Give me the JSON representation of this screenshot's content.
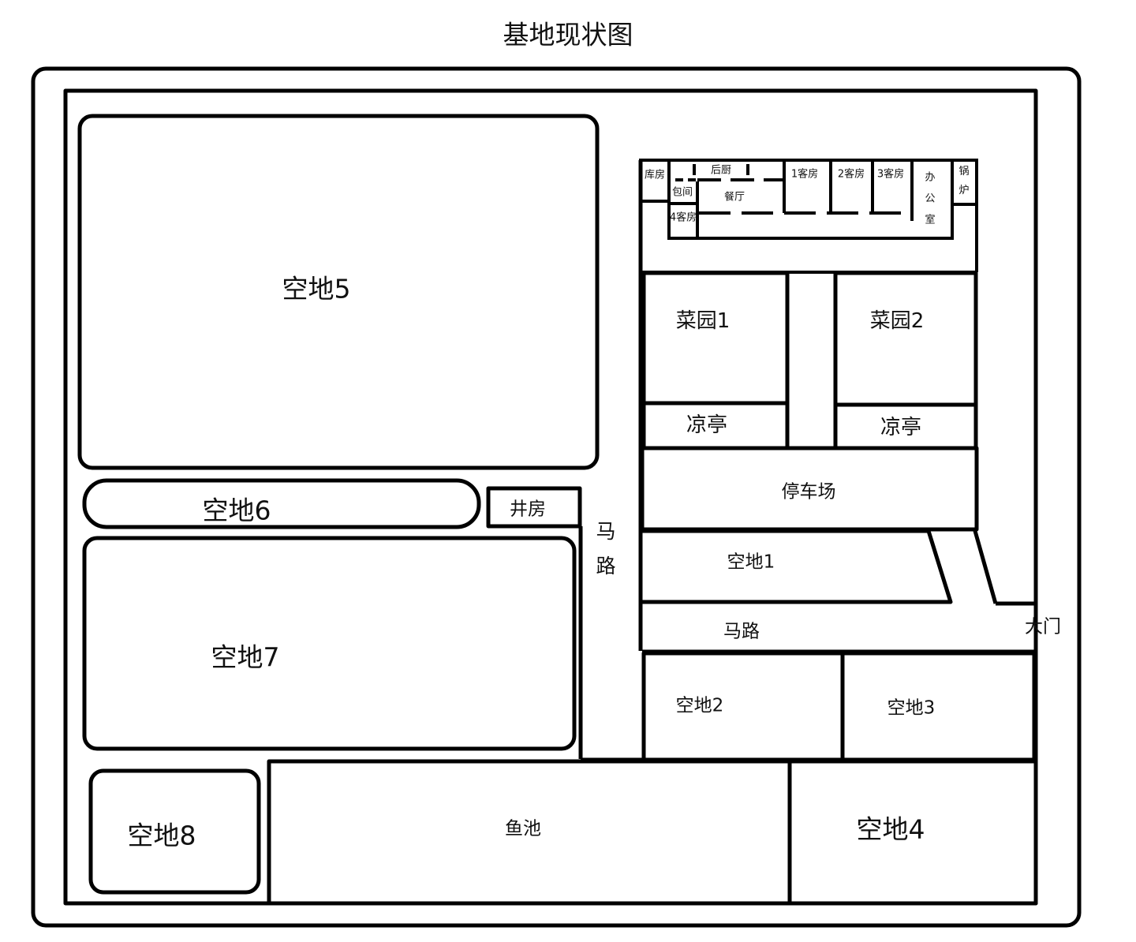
{
  "title": "基地现状图",
  "plots": {
    "empty5": "空地5",
    "empty6": "空地6",
    "empty7": "空地7",
    "empty8": "空地8",
    "empty1": "空地1",
    "empty2": "空地2",
    "empty3": "空地3",
    "empty4": "空地4",
    "fishpond": "鱼池",
    "wellhouse": "井房"
  },
  "east": {
    "garden1": "菜园1",
    "garden2": "菜园2",
    "pavilion1": "凉亭",
    "pavilion2": "凉亭",
    "parking": "停车场",
    "road": "马路",
    "gate": "大门"
  },
  "road_vertical": [
    "马",
    "路"
  ],
  "building": {
    "storeroom": "库房",
    "kitchen": "后厨",
    "private_room": "包间",
    "dining": "餐厅",
    "guest4": "4客房",
    "guest1": "1客房",
    "guest2": "2客房",
    "guest3": "3客房",
    "office": [
      "办",
      "公",
      "室"
    ],
    "boiler": [
      "锅",
      "炉"
    ]
  }
}
